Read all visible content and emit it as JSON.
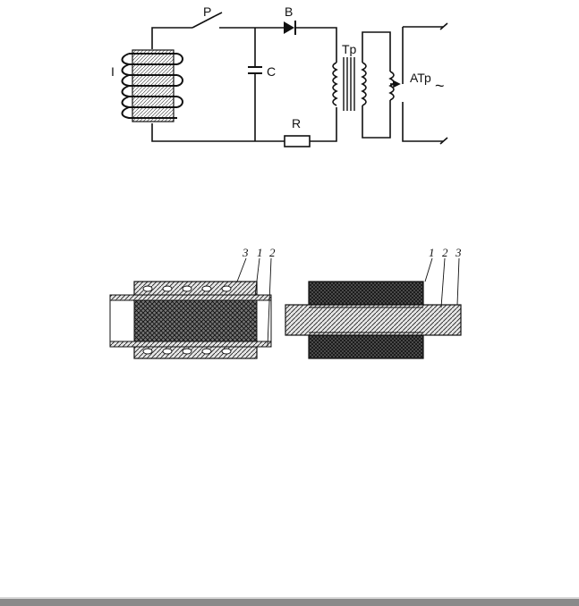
{
  "circuit": {
    "labels": {
      "coil": "I",
      "switch": "P",
      "diode": "B",
      "capacitor": "C",
      "resistor": "R",
      "transformer": "Tp",
      "autotransformer": "АТр",
      "ac_symbol": "~"
    }
  },
  "sections": {
    "left": {
      "labels": [
        "3",
        "1",
        "2"
      ]
    },
    "right": {
      "labels": [
        "1",
        "2",
        "3"
      ]
    }
  },
  "colors": {
    "ink": "#111111",
    "paper": "#ffffff",
    "bar": "#8a8a8a"
  }
}
